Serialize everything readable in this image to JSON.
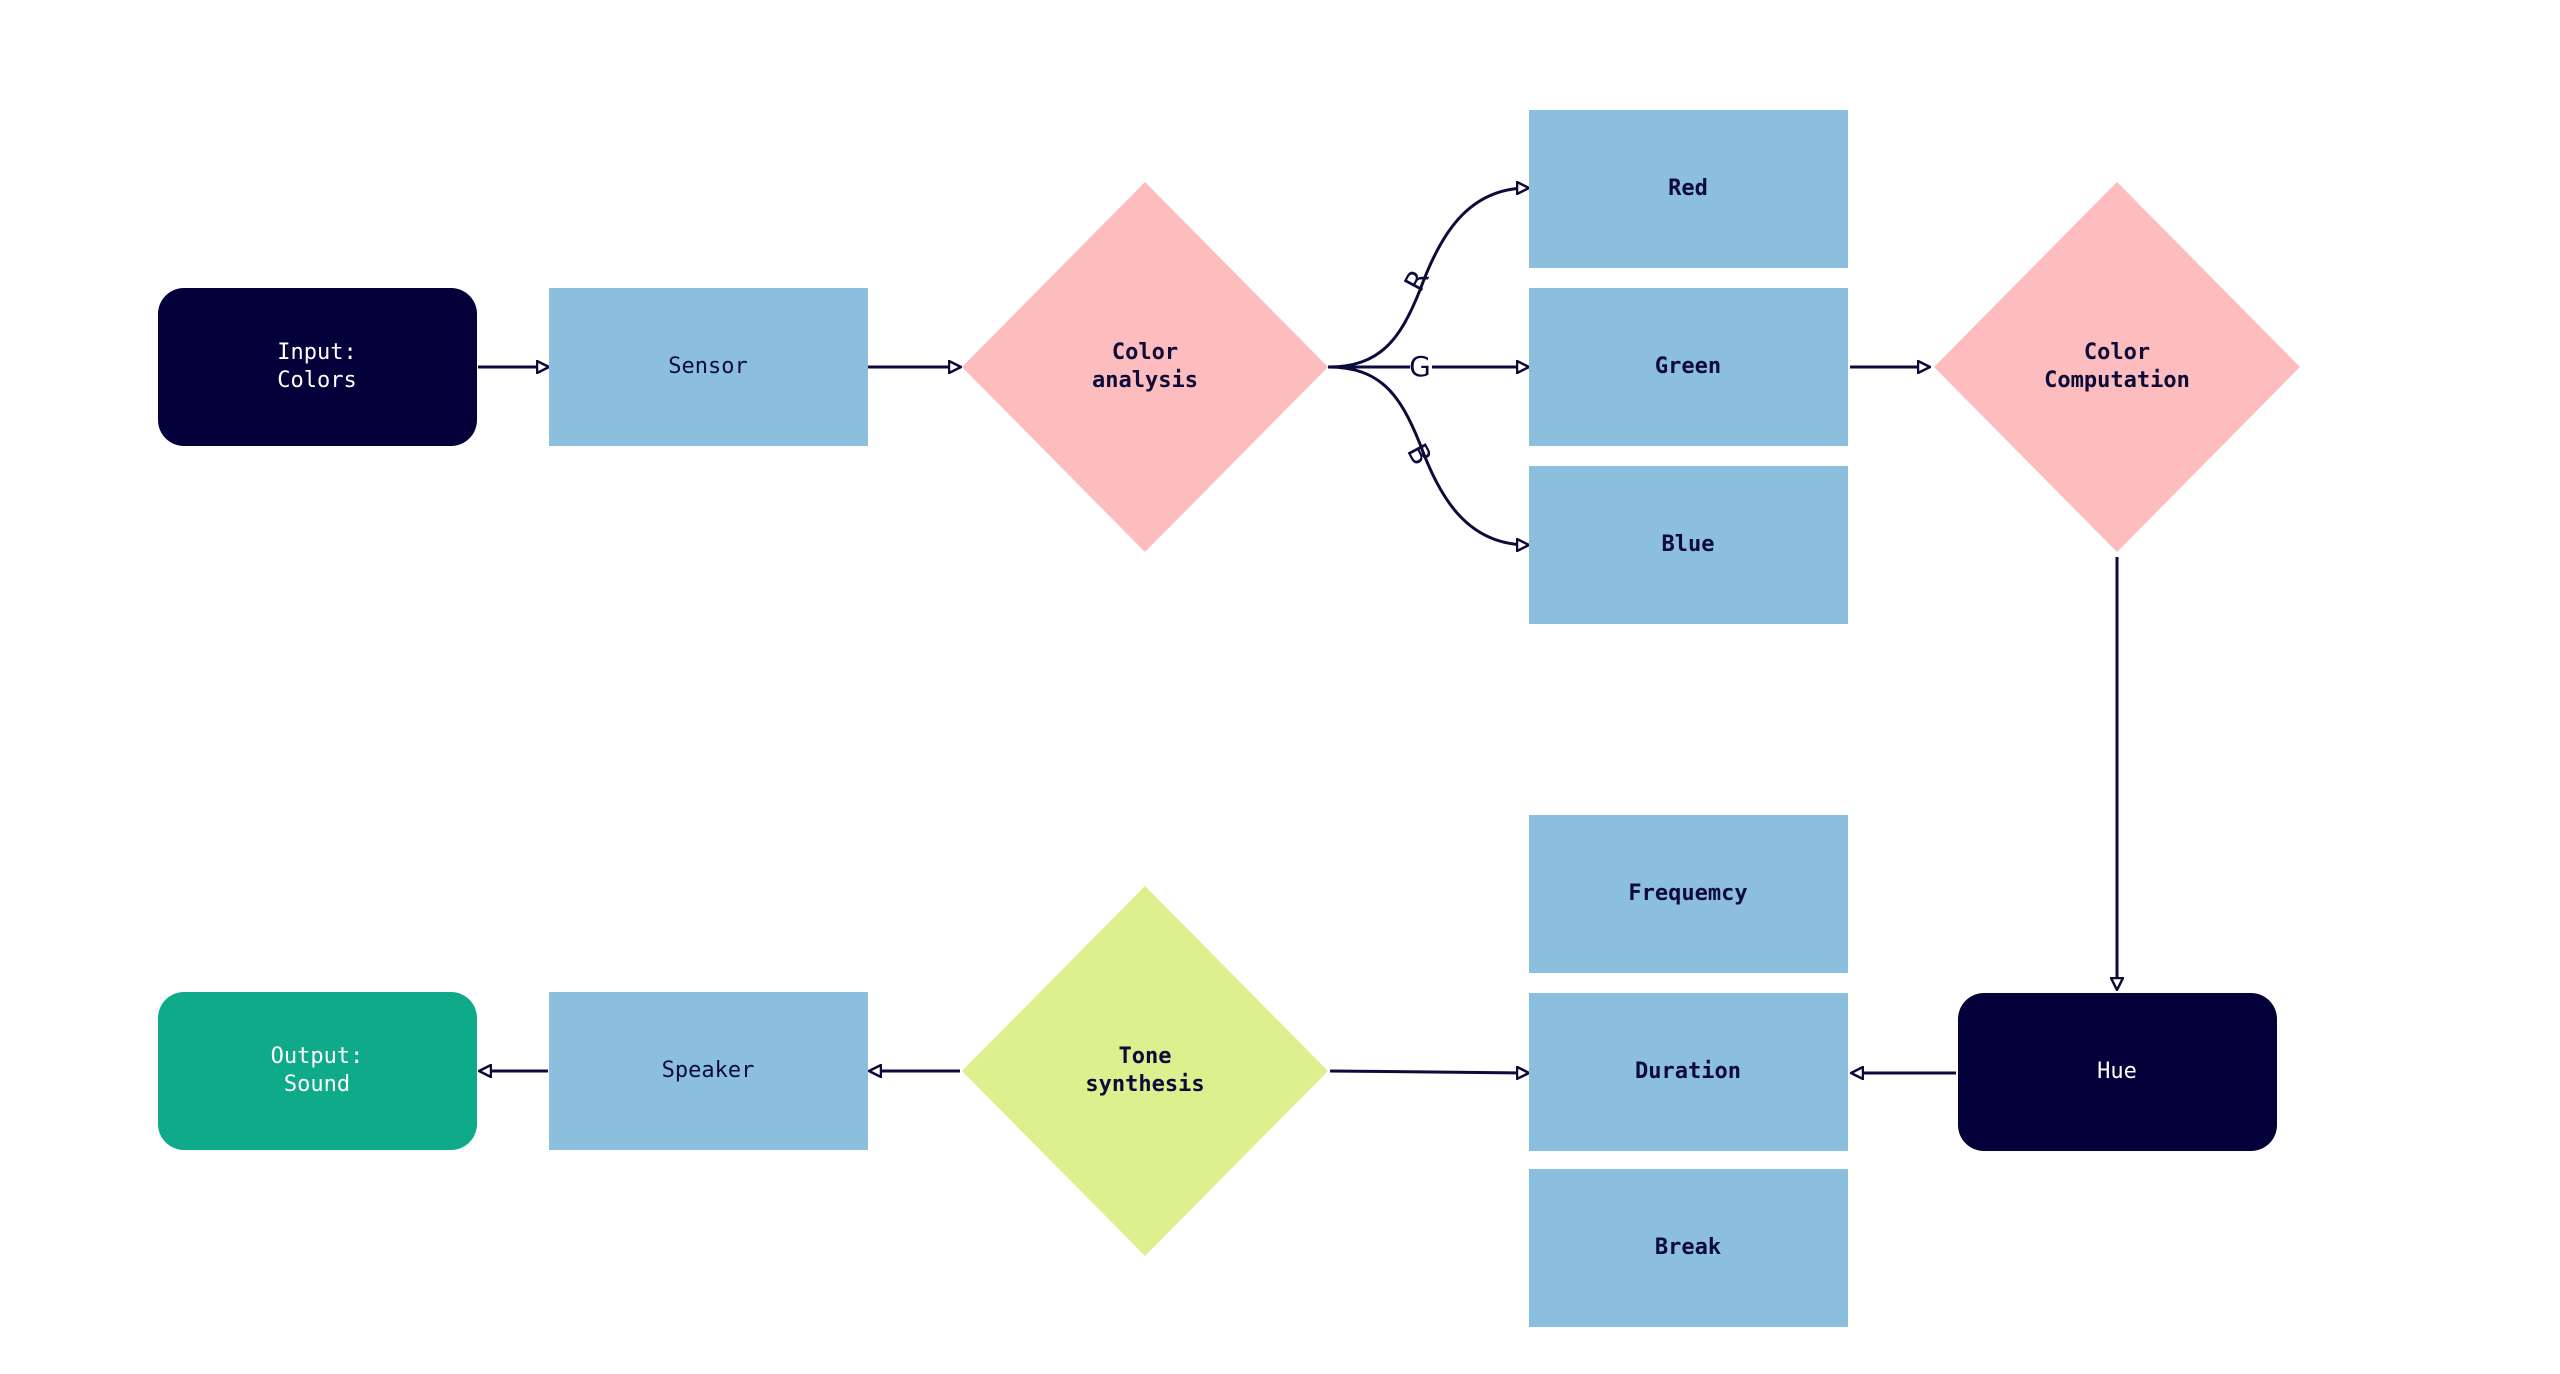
{
  "colors": {
    "dark_node": "#03003a",
    "blue_node": "#8bbfdd",
    "pink_decision": "#fdbdbe",
    "lime_decision": "#def08d",
    "output_node": "#0eaa89",
    "edge": "#0d0b3a",
    "light_text": "#ffffff",
    "dark_text": "#0d0b3a"
  },
  "nodes": {
    "input": {
      "line1": "Input:",
      "line2": "Colors"
    },
    "sensor": {
      "label": "Sensor"
    },
    "color_analysis": {
      "line1": "Color",
      "line2": "analysis"
    },
    "red": {
      "label": "Red"
    },
    "green": {
      "label": "Green"
    },
    "blue": {
      "label": "Blue"
    },
    "color_computation": {
      "line1": "Color",
      "line2": "Computation"
    },
    "hue": {
      "label": "Hue"
    },
    "frequency": {
      "label": "Frequemcy"
    },
    "duration": {
      "label": "Duration"
    },
    "break": {
      "label": "Break"
    },
    "tone_synthesis": {
      "line1": "Tone",
      "line2": "synthesis"
    },
    "speaker": {
      "label": "Speaker"
    },
    "output": {
      "line1": "Output:",
      "line2": "Sound"
    }
  },
  "edge_labels": {
    "r": "R",
    "g": "G",
    "b": "B"
  }
}
